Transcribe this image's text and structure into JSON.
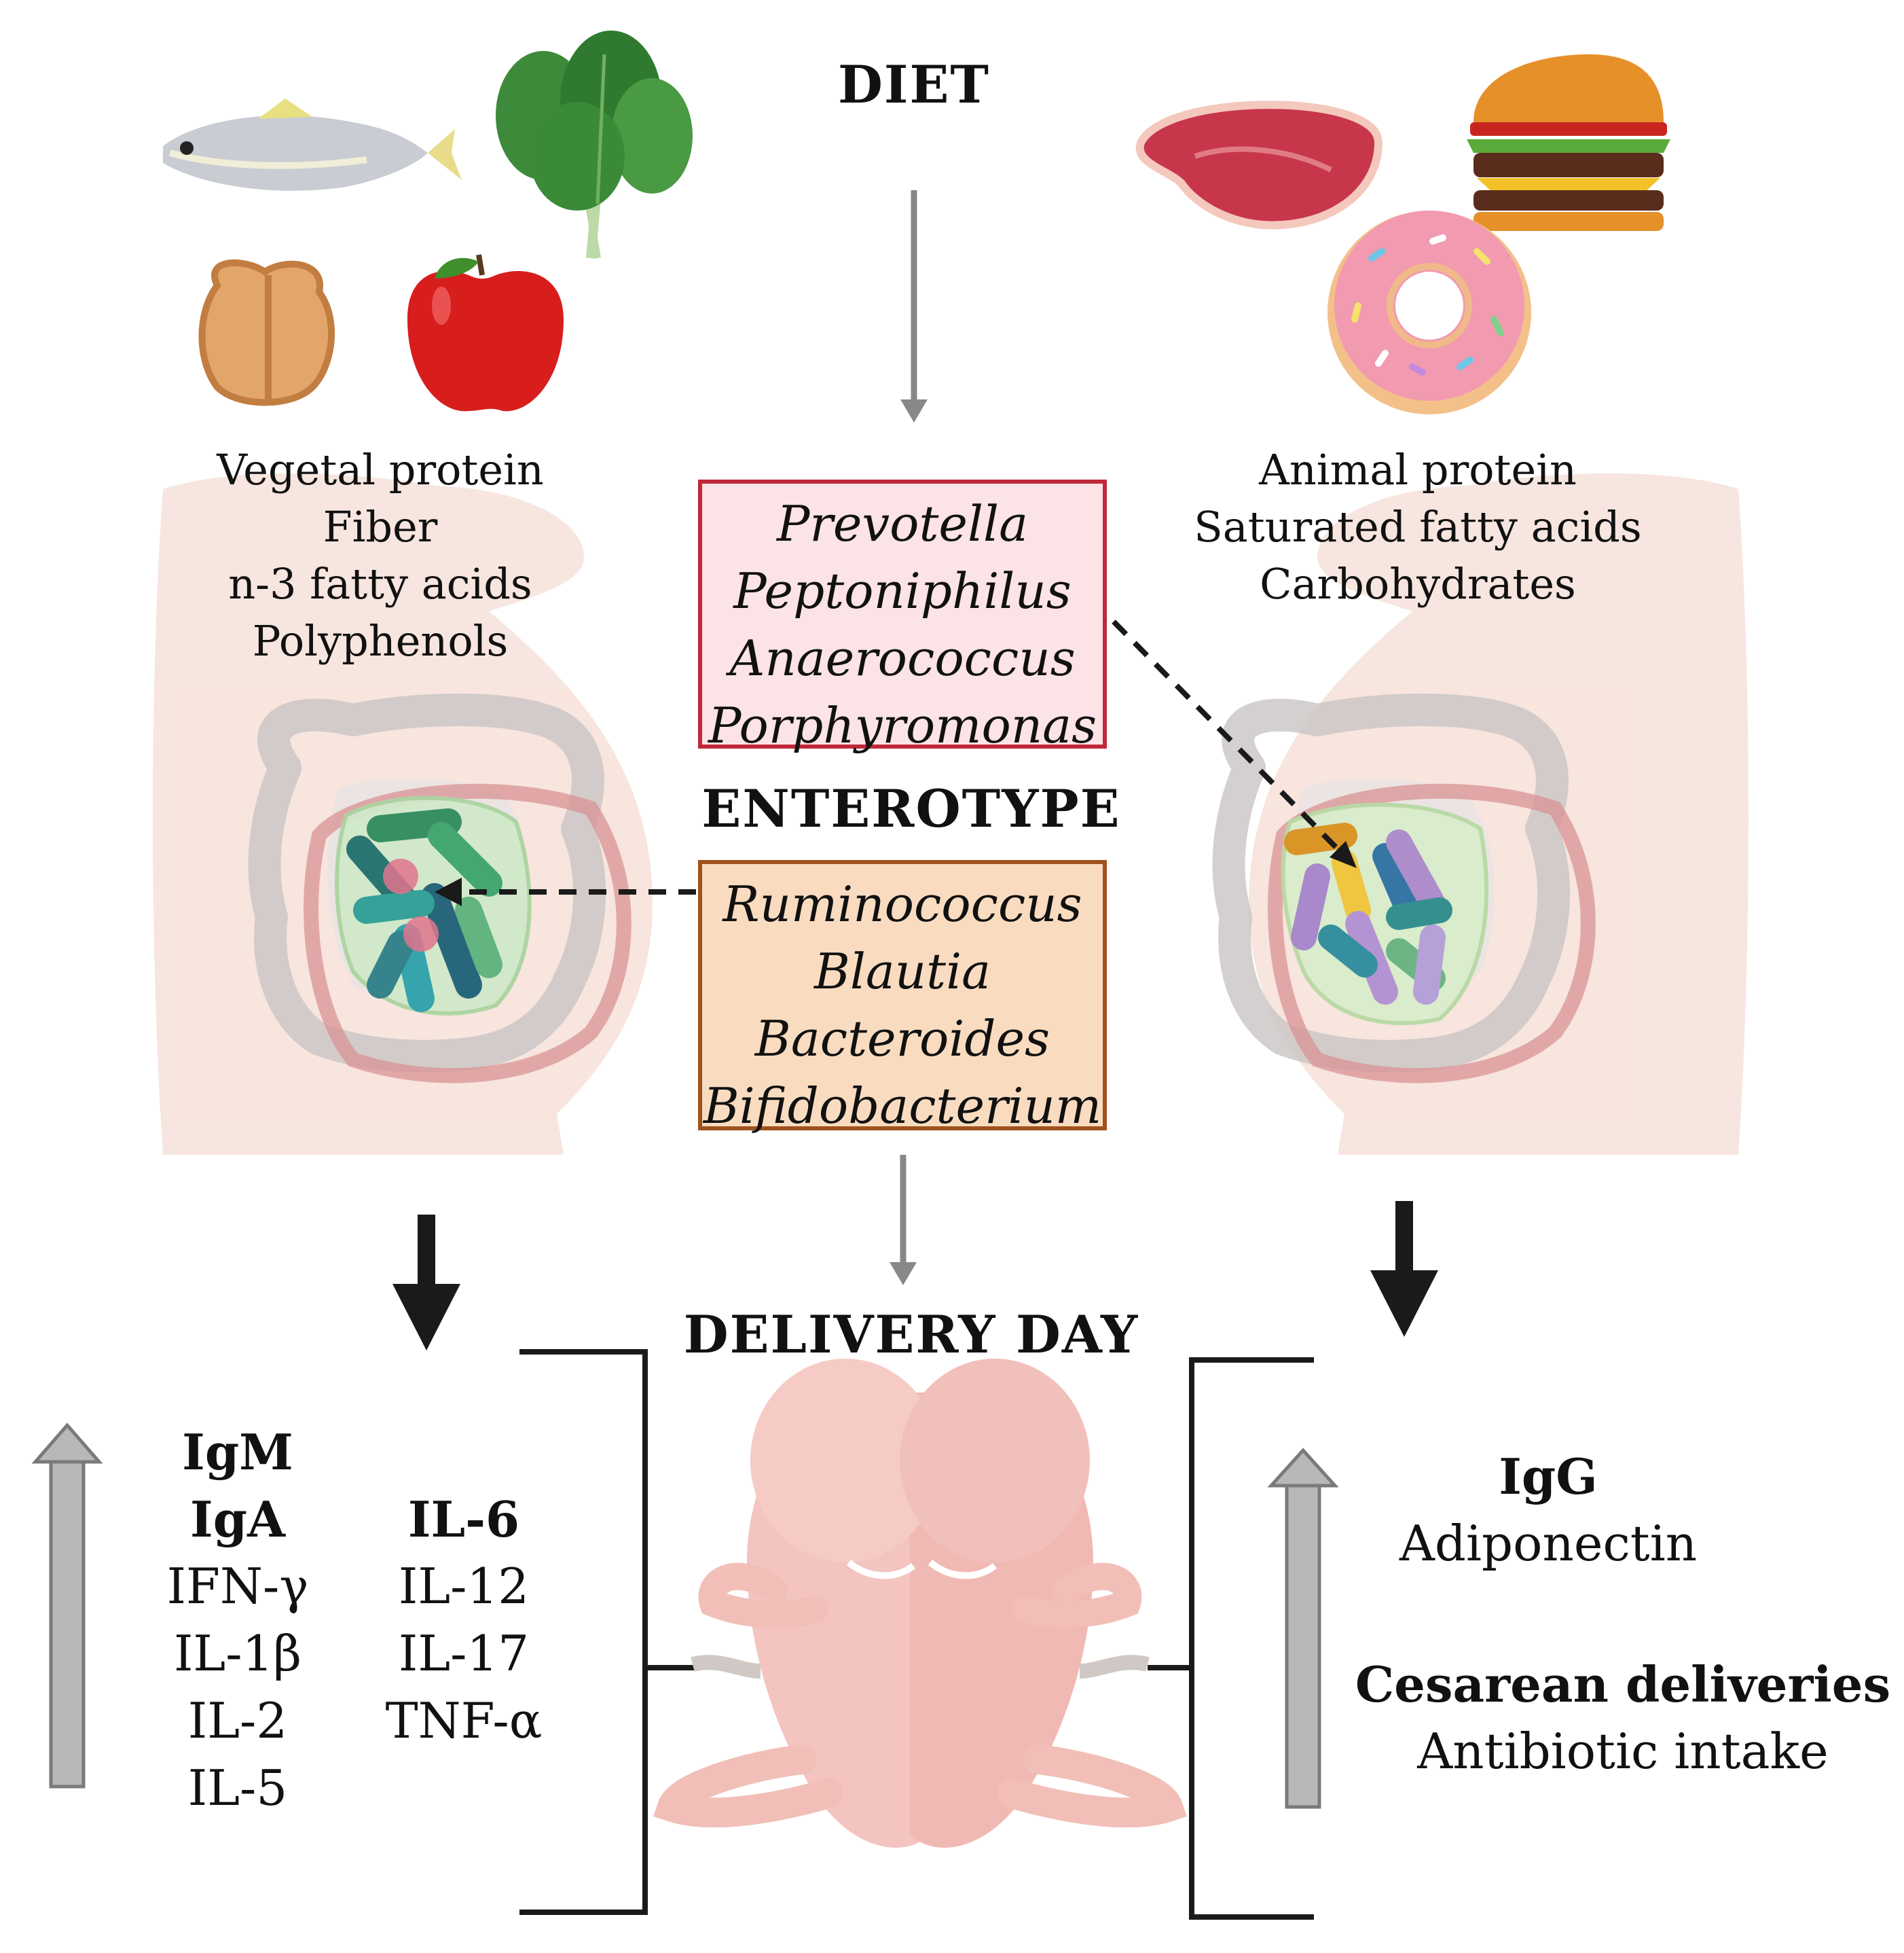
{
  "headings": {
    "diet": "DIET",
    "enterotype": "ENTEROTYPE",
    "delivery_day": "DELIVERY DAY"
  },
  "left_diet": {
    "foods": [
      "fish",
      "spinach",
      "walnut",
      "apple"
    ],
    "nutrients": [
      "Vegetal protein",
      "Fiber",
      "n-3 fatty acids",
      "Polyphenols"
    ]
  },
  "right_diet": {
    "foods": [
      "steak",
      "burger",
      "donut"
    ],
    "nutrients": [
      "Animal protein",
      "Saturated fatty acids",
      "Carbohydrates"
    ]
  },
  "enterotype_top": {
    "genera": [
      "Prevotella",
      "Peptoniphilus",
      "Anaerococcus",
      "Porphyromonas"
    ],
    "fill": "#fce3e5",
    "border": "#c0283a"
  },
  "enterotype_bottom": {
    "genera": [
      "Ruminococcus",
      "Blautia",
      "Bacteroides",
      "Bifidobacterium"
    ],
    "fill": "#f9dcc0",
    "border": "#a0521c"
  },
  "left_outcomes": {
    "col1_bold": [
      "IgM",
      "IgA"
    ],
    "col1": [
      "IFN-γ",
      "IL-1β",
      "IL-2",
      "IL-5"
    ],
    "col2_bold": [
      "IL-6"
    ],
    "col2": [
      "IL-12",
      "IL-17",
      "TNF-α"
    ],
    "trend": "increase"
  },
  "right_outcomes": {
    "group1_bold": "IgG",
    "group1": "Adiponectin",
    "group2_bold": "Cesarean deliveries",
    "group2": "Antibiotic intake",
    "trend": "increase"
  },
  "colors": {
    "gray_arrow": "#888888",
    "black_arrow": "#1a1a1a",
    "up_arrow_fill": "#b8b8b8",
    "pregnant_body": "#f6e2dc",
    "fetus": "#f3c4c0"
  }
}
